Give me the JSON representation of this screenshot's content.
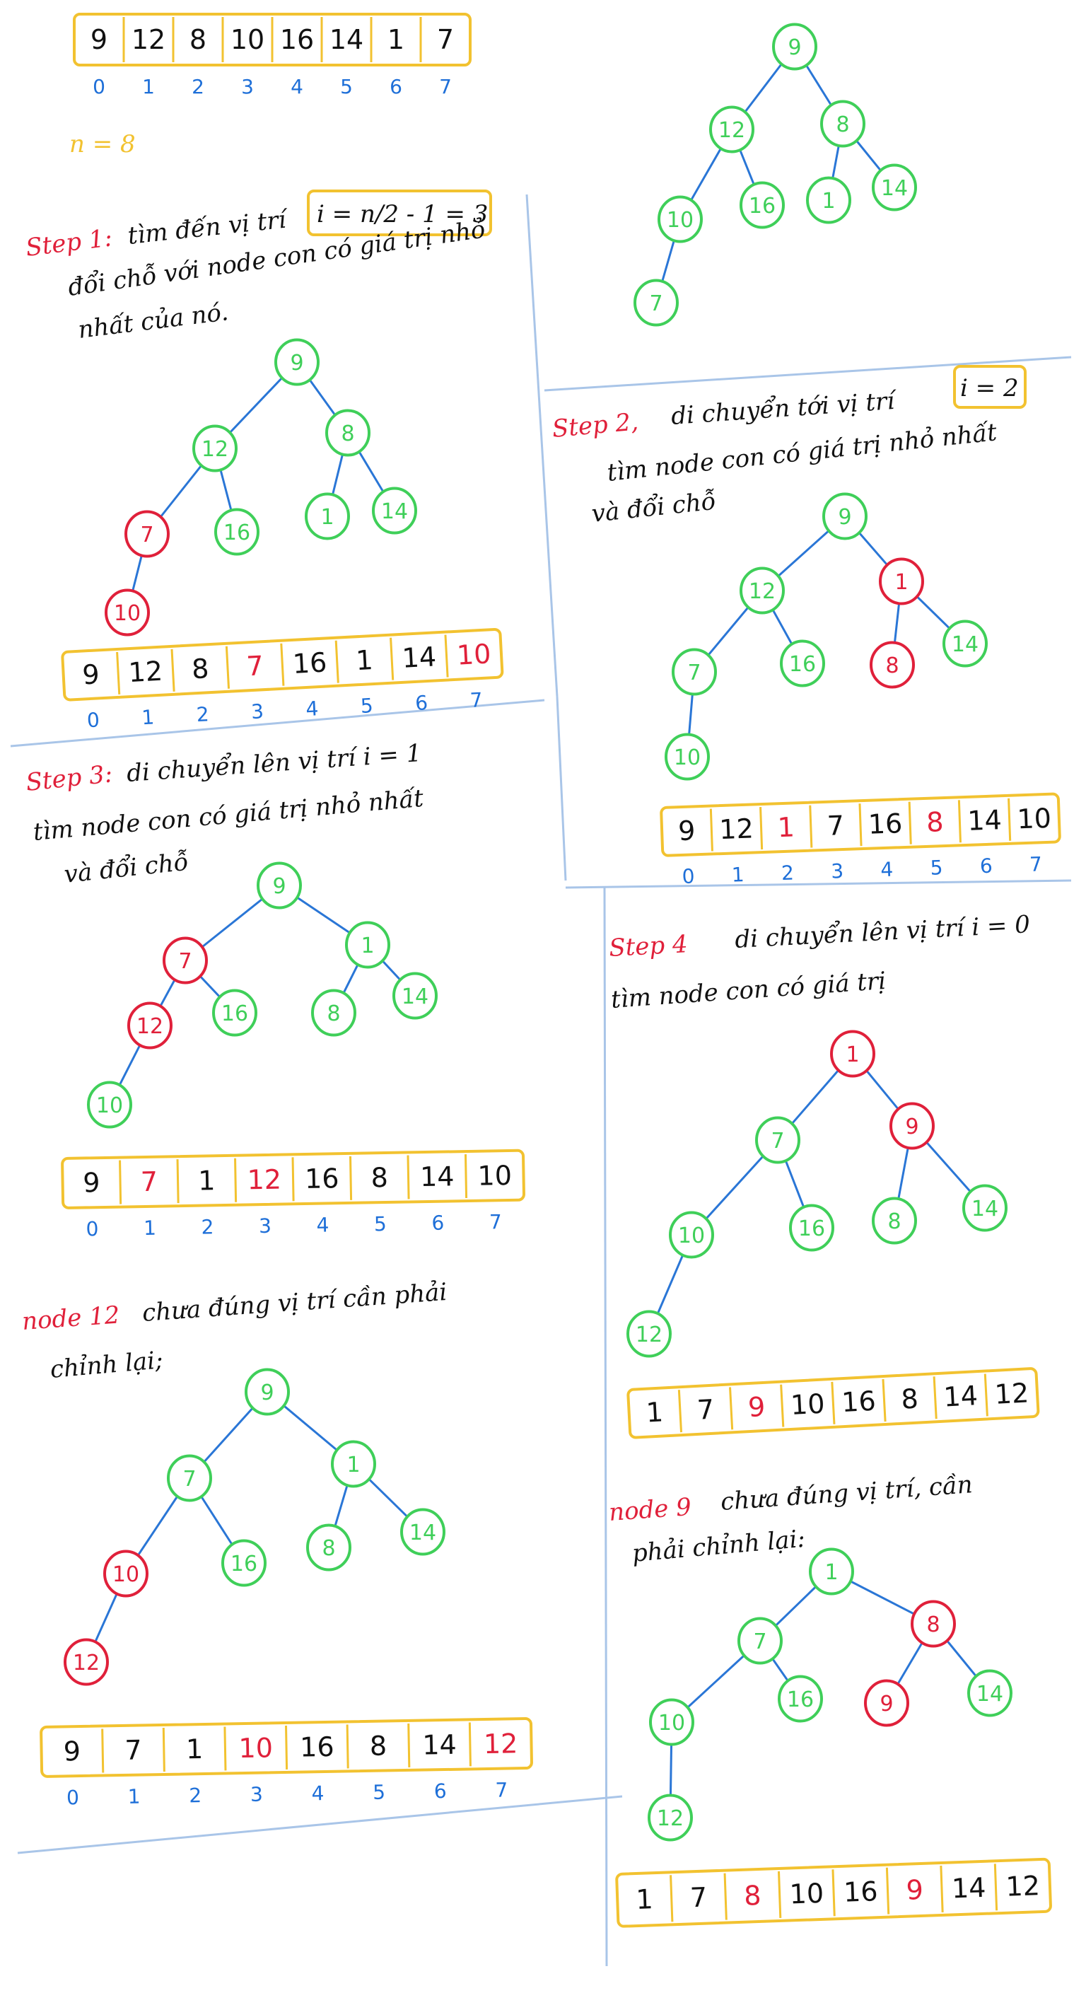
{
  "colors": {
    "array_border": "#f2c230",
    "node_green": "#3fcf59",
    "node_red": "#e0203a",
    "edge_blue": "#2a76d6",
    "index_blue": "#1e6fd8",
    "divider": "#a9c5e8",
    "label_red": "#e0203a"
  },
  "header": {
    "n_label": "n = 8"
  },
  "initial_array": {
    "cells": [
      "9",
      "12",
      "8",
      "10",
      "16",
      "14",
      "1",
      "7"
    ],
    "red": [],
    "indices": [
      "0",
      "1",
      "2",
      "3",
      "4",
      "5",
      "6",
      "7"
    ]
  },
  "initial_tree": {
    "nodes": [
      {
        "v": "9",
        "c": "green"
      },
      {
        "v": "12",
        "c": "green"
      },
      {
        "v": "8",
        "c": "green"
      },
      {
        "v": "10",
        "c": "green"
      },
      {
        "v": "16",
        "c": "green"
      },
      {
        "v": "1",
        "c": "green"
      },
      {
        "v": "14",
        "c": "green"
      },
      {
        "v": "7",
        "c": "green"
      }
    ]
  },
  "step1": {
    "label": "Step 1:",
    "text_lines": [
      "tìm đến vị trí",
      "đổi chỗ với node con có giá trị nhỏ",
      "nhất của nó."
    ],
    "boxed": "i = n/2 - 1 = 3",
    "tree": [
      {
        "v": "9",
        "c": "green"
      },
      {
        "v": "12",
        "c": "green"
      },
      {
        "v": "8",
        "c": "green"
      },
      {
        "v": "7",
        "c": "red"
      },
      {
        "v": "16",
        "c": "green"
      },
      {
        "v": "1",
        "c": "green"
      },
      {
        "v": "14",
        "c": "green"
      },
      {
        "v": "10",
        "c": "red"
      }
    ],
    "array": [
      "9",
      "12",
      "8",
      "7",
      "16",
      "1",
      "14",
      "10"
    ],
    "array_red": [
      3,
      7
    ],
    "indices": [
      "0",
      "1",
      "2",
      "3",
      "4",
      "5",
      "6",
      "7"
    ]
  },
  "step2": {
    "label": "Step 2,",
    "text_lines": [
      "di chuyển tới vị trí",
      "tìm node con có giá trị nhỏ nhất",
      "và đổi chỗ"
    ],
    "boxed": "i = 2",
    "tree": [
      {
        "v": "9",
        "c": "green"
      },
      {
        "v": "12",
        "c": "green"
      },
      {
        "v": "1",
        "c": "red"
      },
      {
        "v": "7",
        "c": "green"
      },
      {
        "v": "16",
        "c": "green"
      },
      {
        "v": "8",
        "c": "red"
      },
      {
        "v": "14",
        "c": "green"
      },
      {
        "v": "10",
        "c": "green"
      }
    ],
    "array": [
      "9",
      "12",
      "1",
      "7",
      "16",
      "8",
      "14",
      "10"
    ],
    "array_red": [
      2,
      5
    ],
    "indices": [
      "0",
      "1",
      "2",
      "3",
      "4",
      "5",
      "6",
      "7"
    ]
  },
  "step3": {
    "label": "Step 3:",
    "text_lines": [
      "di chuyển lên vị trí i = 1",
      "tìm node con có giá trị nhỏ nhất",
      "và đổi chỗ"
    ],
    "tree": [
      {
        "v": "9",
        "c": "green"
      },
      {
        "v": "7",
        "c": "red"
      },
      {
        "v": "1",
        "c": "green"
      },
      {
        "v": "12",
        "c": "red"
      },
      {
        "v": "16",
        "c": "green"
      },
      {
        "v": "8",
        "c": "green"
      },
      {
        "v": "14",
        "c": "green"
      },
      {
        "v": "10",
        "c": "green"
      }
    ],
    "array": [
      "9",
      "7",
      "1",
      "12",
      "16",
      "8",
      "14",
      "10"
    ],
    "array_red": [
      1,
      3
    ],
    "indices": [
      "0",
      "1",
      "2",
      "3",
      "4",
      "5",
      "6",
      "7"
    ]
  },
  "node12": {
    "label": "node 12",
    "text_lines": [
      "chưa đúng vị trí cần phải",
      "chỉnh lại;"
    ],
    "tree": [
      {
        "v": "9",
        "c": "green"
      },
      {
        "v": "7",
        "c": "green"
      },
      {
        "v": "1",
        "c": "green"
      },
      {
        "v": "10",
        "c": "red"
      },
      {
        "v": "16",
        "c": "green"
      },
      {
        "v": "8",
        "c": "green"
      },
      {
        "v": "14",
        "c": "green"
      },
      {
        "v": "12",
        "c": "red"
      }
    ],
    "array": [
      "9",
      "7",
      "1",
      "10",
      "16",
      "8",
      "14",
      "12"
    ],
    "array_red": [
      3,
      7
    ],
    "indices": [
      "0",
      "1",
      "2",
      "3",
      "4",
      "5",
      "6",
      "7"
    ]
  },
  "step4": {
    "label": "Step 4",
    "text_lines": [
      "di chuyển lên vị trí i = 0",
      "tìm node con có giá trị"
    ],
    "tree": [
      {
        "v": "1",
        "c": "red"
      },
      {
        "v": "7",
        "c": "green"
      },
      {
        "v": "9",
        "c": "red"
      },
      {
        "v": "10",
        "c": "green"
      },
      {
        "v": "16",
        "c": "green"
      },
      {
        "v": "8",
        "c": "green"
      },
      {
        "v": "14",
        "c": "green"
      },
      {
        "v": "12",
        "c": "green"
      }
    ],
    "array": [
      "1",
      "7",
      "9",
      "10",
      "16",
      "8",
      "14",
      "12"
    ],
    "array_red": [
      2
    ],
    "indices": []
  },
  "node9": {
    "label": "node 9",
    "text_lines": [
      "chưa đúng vị trí, cần",
      "phải chỉnh lại:"
    ],
    "tree": [
      {
        "v": "1",
        "c": "green"
      },
      {
        "v": "7",
        "c": "green"
      },
      {
        "v": "8",
        "c": "red"
      },
      {
        "v": "10",
        "c": "green"
      },
      {
        "v": "16",
        "c": "green"
      },
      {
        "v": "9",
        "c": "red"
      },
      {
        "v": "14",
        "c": "green"
      },
      {
        "v": "12",
        "c": "green"
      }
    ],
    "array": [
      "1",
      "7",
      "8",
      "10",
      "16",
      "9",
      "14",
      "12"
    ],
    "array_red": [
      2,
      5
    ],
    "indices": []
  }
}
